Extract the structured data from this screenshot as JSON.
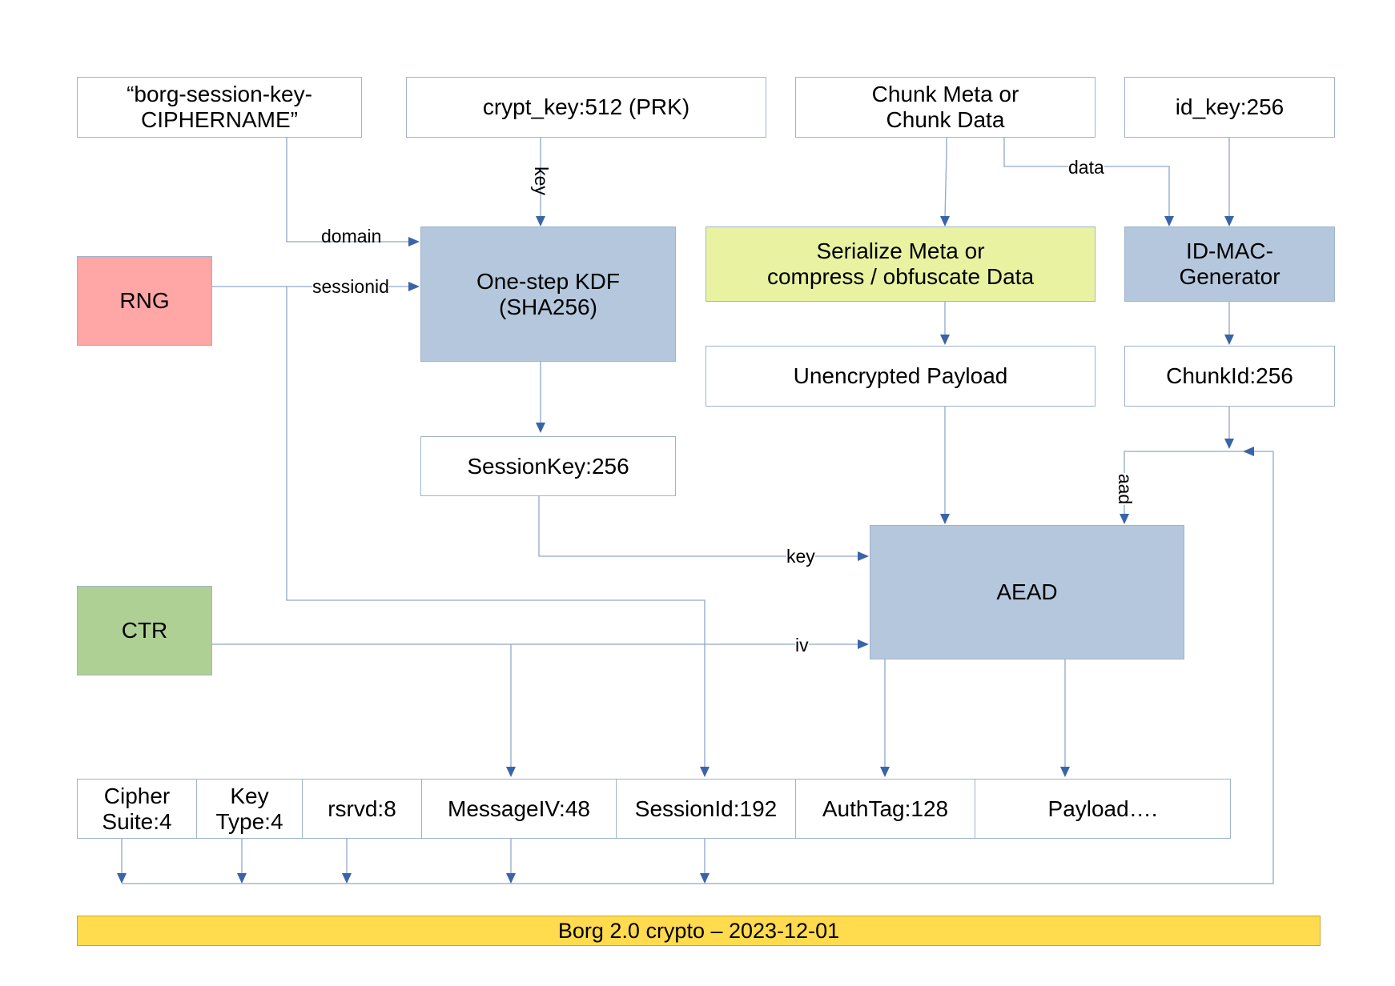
{
  "colors": {
    "rng": "#ffa6a6",
    "ctr": "#afd095",
    "kdf": "#b4c7dc",
    "serialize": "#e8f2a1",
    "footer": "#ffdb4d",
    "arrow": "#3a64a8",
    "line": "#8fa8c8"
  },
  "boxes": {
    "domain_string": "“borg-session-key-\nCIPHERNAME”",
    "crypt_key": "crypt_key:512 (PRK)",
    "chunk_input": "Chunk Meta or\nChunk Data",
    "id_key": "id_key:256",
    "rng": "RNG",
    "kdf": "One-step KDF\n(SHA256)",
    "serialize": "Serialize Meta or\ncompress / obfuscate Data",
    "id_mac": "ID-MAC-\nGenerator",
    "unencrypted_payload": "Unencrypted Payload",
    "chunk_id": "ChunkId:256",
    "session_key": "SessionKey:256",
    "aead": "AEAD",
    "ctr": "CTR"
  },
  "header_fields": [
    "Cipher\nSuite:4",
    "Key\nType:4",
    "rsrvd:8",
    "MessageIV:48",
    "SessionId:192",
    "AuthTag:128",
    "Payload…."
  ],
  "edge_labels": {
    "key_vertical": "key",
    "domain": "domain",
    "sessionid": "sessionid",
    "data": "data",
    "aad": "aad",
    "key_horizontal": "key",
    "iv": "iv"
  },
  "footer": "Borg 2.0 crypto – 2023-12-01"
}
